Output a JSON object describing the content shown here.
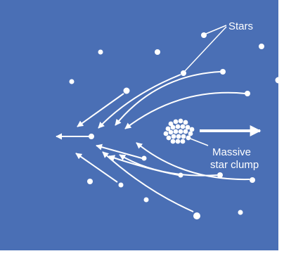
{
  "colors": {
    "background": "#4a6fb5",
    "foreground": "#ffffff"
  },
  "labels": {
    "stars": "Stars",
    "clump_line1": "Massive",
    "clump_line2": "star clump"
  }
}
